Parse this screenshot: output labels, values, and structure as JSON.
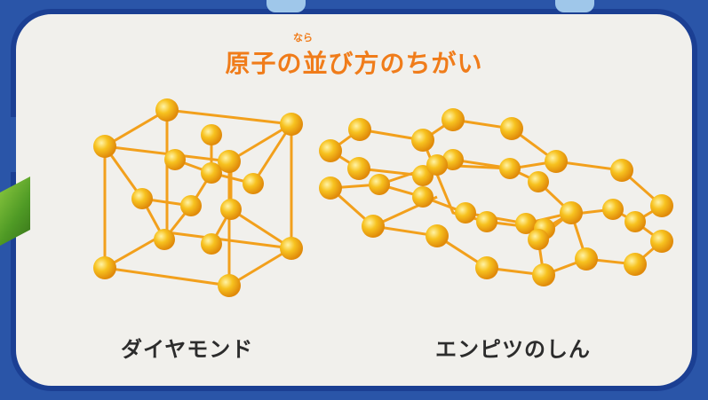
{
  "title": "原子の並び方のちがい",
  "title_ruby": "なら",
  "captions": {
    "diamond": "ダイヤモンド",
    "graphite": "エンピツのしん"
  },
  "colors": {
    "panel_border": "#1b3f93",
    "title": "#f07c1a",
    "bond": "#f2a01c",
    "atom": "#f7b718"
  },
  "icons": [
    "pencil-icon"
  ]
}
